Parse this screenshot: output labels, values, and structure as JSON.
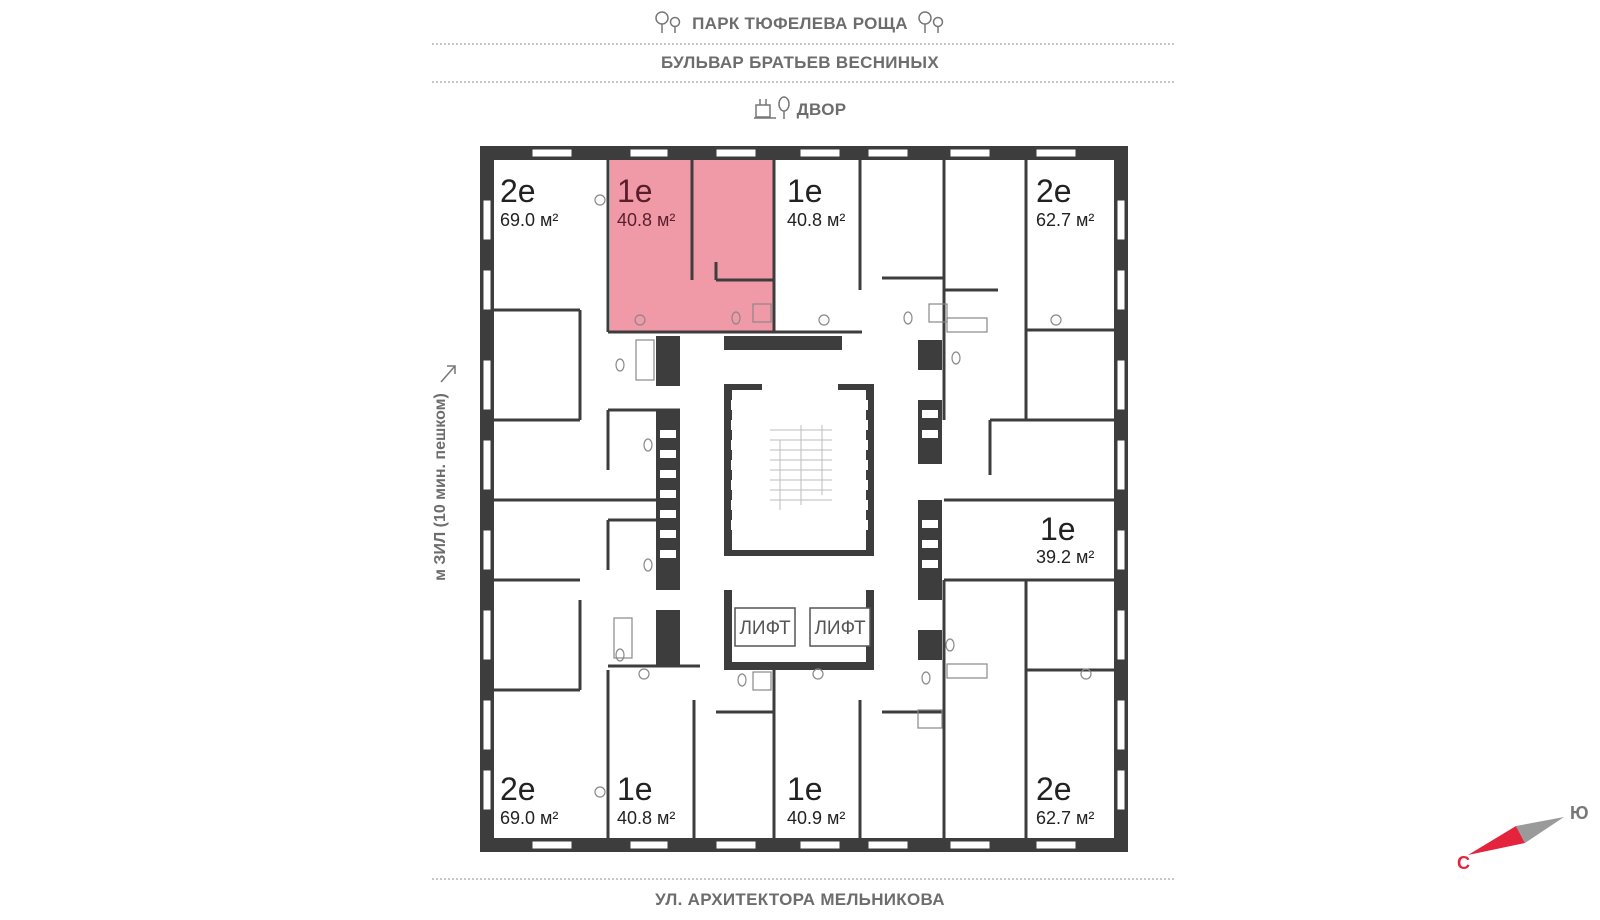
{
  "street_labels": {
    "park": "ПАРК ТЮФЕЛЕВА РОЩА",
    "boulevard": "БУЛЬВАР БРАТЬЕВ ВЕСНИНЫХ",
    "yard": "ДВОР",
    "street_bottom": "УЛ. АРХИТЕКТОРА МЕЛЬНИКОВА",
    "metro": "м ЗИЛ (10 мин. пешком)"
  },
  "compass": {
    "south": "Ю",
    "north": "С",
    "north_color": "#e4243c",
    "south_color": "#9a9a9a"
  },
  "colors": {
    "wall": "#3d3d3d",
    "highlight": "#f09aa8",
    "text": "#222222",
    "label": "#6d6d6d"
  },
  "units": [
    {
      "type": "2е",
      "area": "69.0 м²",
      "selected": false
    },
    {
      "type": "1е",
      "area": "40.8 м²",
      "selected": true
    },
    {
      "type": "1е",
      "area": "40.8 м²",
      "selected": false
    },
    {
      "type": "2е",
      "area": "62.7 м²",
      "selected": false
    },
    {
      "type": "1е",
      "area": "39.2 м²",
      "selected": false
    },
    {
      "type": "2е",
      "area": "69.0 м²",
      "selected": false
    },
    {
      "type": "1е",
      "area": "40.8 м²",
      "selected": false
    },
    {
      "type": "1е",
      "area": "40.9 м²",
      "selected": false
    },
    {
      "type": "2е",
      "area": "62.7 м²",
      "selected": false
    }
  ],
  "lifts": [
    "ЛИФТ",
    "ЛИФТ"
  ]
}
